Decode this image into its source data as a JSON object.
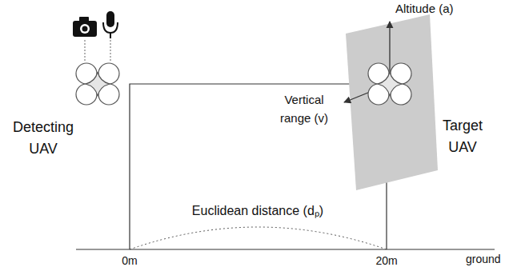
{
  "diagram": {
    "labels": [
      "Altitude (a)",
      "Vertical range (v)",
      "Detecting UAV",
      "Target UAV",
      "Euclidean distance (dₚ)",
      "0m",
      "20m",
      "ground"
    ]
  }
}
